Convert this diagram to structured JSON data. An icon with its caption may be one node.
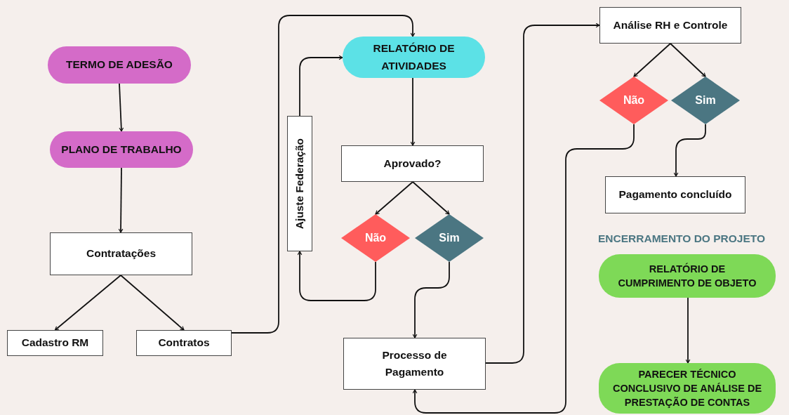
{
  "diagram": {
    "nodes": [
      {
        "text": [
          "TERMO DE ADESÃO"
        ]
      },
      {
        "text": [
          "PLANO DE TRABALHO"
        ]
      },
      {
        "text": [
          "Contratações"
        ]
      },
      {
        "text": [
          "Cadastro RM"
        ]
      },
      {
        "text": [
          "Contratos"
        ]
      },
      {
        "text": [
          "Ajuste Federação"
        ]
      },
      {
        "text": [
          "RELATÓRIO DE ATIVIDADES"
        ]
      },
      {
        "text": [
          "Aprovado?"
        ]
      },
      {
        "text": [
          "Não"
        ]
      },
      {
        "text": [
          "Sim"
        ]
      },
      {
        "text": [
          "Processo de Pagamento"
        ]
      },
      {
        "text": [
          "Análise RH e Controle"
        ]
      },
      {
        "text": [
          "Não"
        ]
      },
      {
        "text": [
          "Sim"
        ]
      },
      {
        "text": [
          "Pagamento concluído"
        ]
      },
      {
        "text": [
          "RELATÓRIO DE CUMPRIMENTO DE OBJETO"
        ]
      },
      {
        "text": [
          "PARECER TÉCNICO CONCLUSIVO DE ANÁLISE DE PRESTAÇÃO DE CONTAS"
        ]
      }
    ],
    "edges": [
      {
        "from": 0,
        "to": 1,
        "arrow": "to"
      },
      {
        "from": 1,
        "to": 2,
        "arrow": "to"
      },
      {
        "from": 2,
        "to": 3,
        "arrow": "to"
      },
      {
        "from": 2,
        "to": 4,
        "arrow": "to"
      },
      {
        "from": 4,
        "to": 6,
        "arrow": "to"
      },
      {
        "from": 5,
        "to": 6,
        "arrow": "to"
      },
      {
        "from": 6,
        "to": 7,
        "arrow": "to"
      },
      {
        "from": 7,
        "to": 8,
        "arrow": "to"
      },
      {
        "from": 7,
        "to": 9,
        "arrow": "to"
      },
      {
        "from": 8,
        "to": 5,
        "arrow": "to"
      },
      {
        "from": 9,
        "to": 10,
        "arrow": "to"
      },
      {
        "from": 10,
        "to": 11,
        "arrow": "to"
      },
      {
        "from": 11,
        "to": 12,
        "arrow": "to"
      },
      {
        "from": 11,
        "to": 13,
        "arrow": "to"
      },
      {
        "from": 12,
        "to": 10,
        "arrow": "to"
      },
      {
        "from": 13,
        "to": 14,
        "arrow": "to"
      },
      {
        "from": 15,
        "to": 16,
        "arrow": "to"
      }
    ],
    "labels": [
      "ENCERRAMENTO DO PROJETO"
    ]
  }
}
